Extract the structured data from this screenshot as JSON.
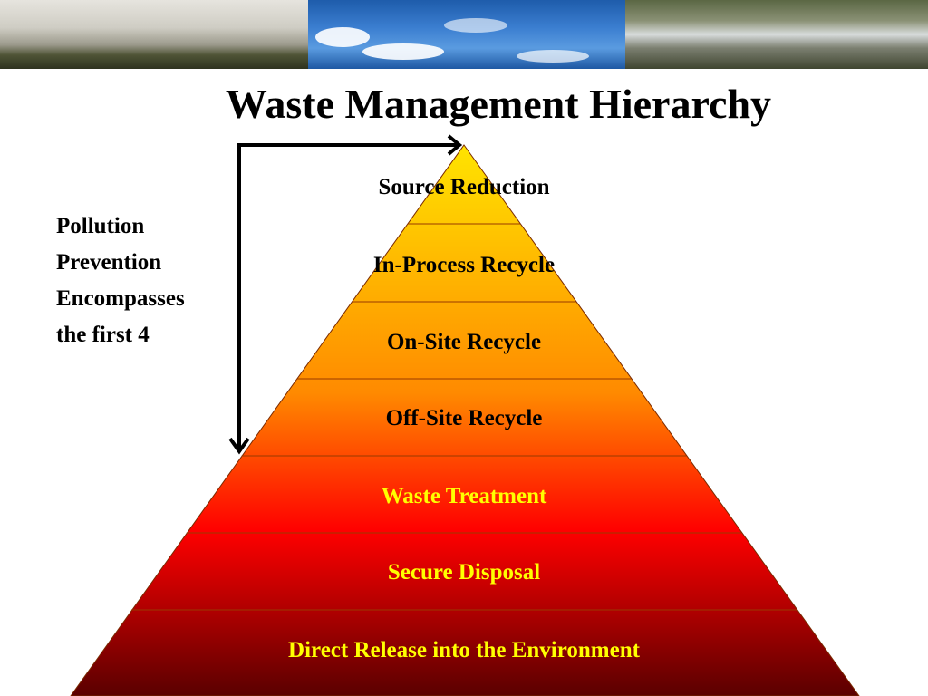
{
  "title": "Waste Management Hierarchy",
  "side_note": [
    "Pollution",
    "Prevention",
    "Encompasses",
    "the first 4"
  ],
  "tiers": [
    {
      "label": "Source Reduction",
      "text_color": "#000000"
    },
    {
      "label": "In-Process Recycle",
      "text_color": "#000000"
    },
    {
      "label": "On-Site Recycle",
      "text_color": "#000000"
    },
    {
      "label": "Off-Site Recycle",
      "text_color": "#000000"
    },
    {
      "label": "Waste Treatment",
      "text_color": "#ffff00"
    },
    {
      "label": "Secure Disposal",
      "text_color": "#ffff00"
    },
    {
      "label": "Direct Release into the Environment",
      "text_color": "#ffff00"
    }
  ],
  "colors": {
    "pyramid_top": "#ffe400",
    "pyramid_mid": "#ff8a00",
    "pyramid_red": "#ff0000",
    "pyramid_bottom": "#5a0000",
    "arrow": "#000000"
  }
}
